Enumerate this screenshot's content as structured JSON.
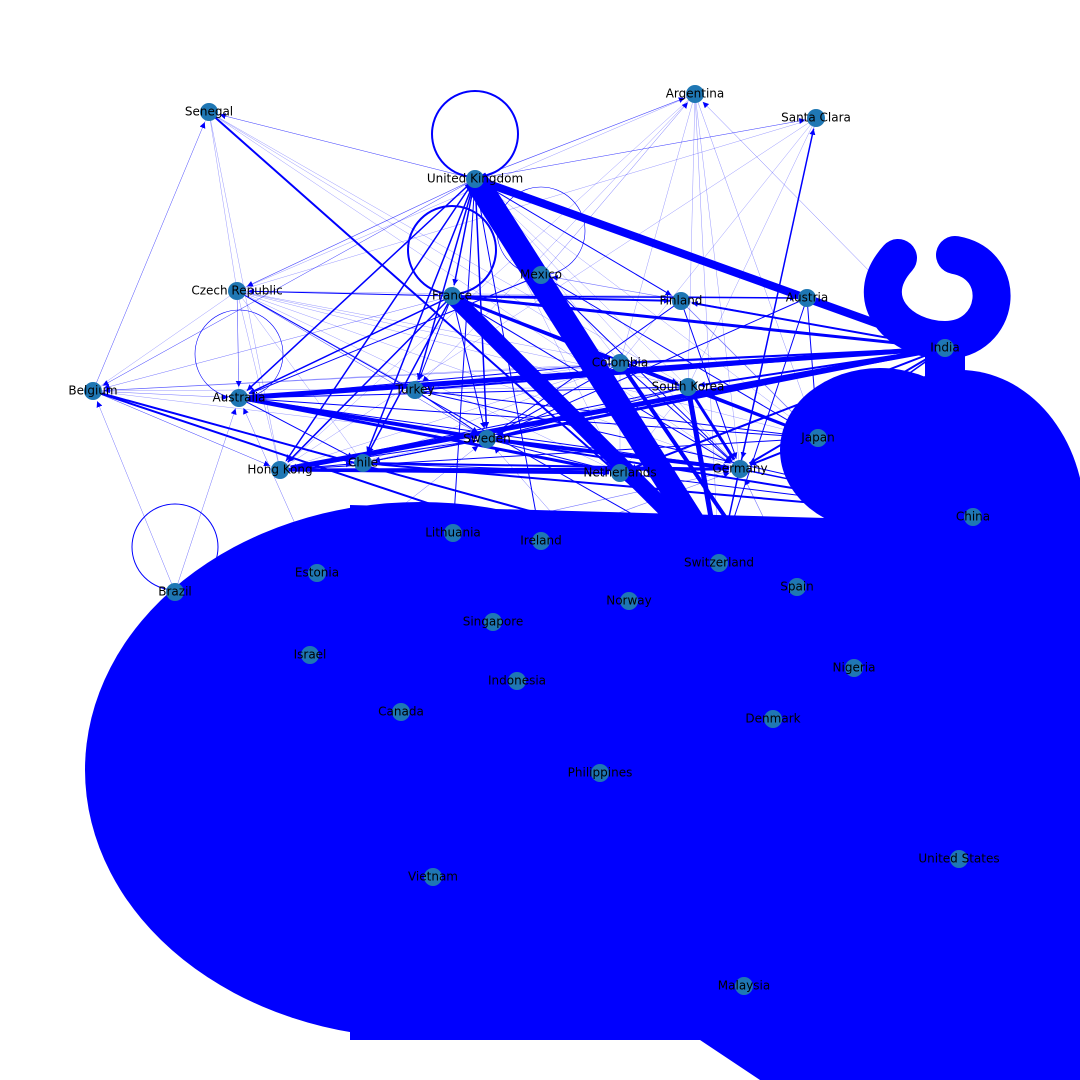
{
  "colors": {
    "edge": "#0000ff",
    "node": "#1f77b4",
    "label": "#000000",
    "background": "#ffffff"
  },
  "nodes": [
    {
      "id": "argentina",
      "label": "Argentina"
    },
    {
      "id": "senegal",
      "label": "Senegal"
    },
    {
      "id": "santa_clara",
      "label": "Santa Clara"
    },
    {
      "id": "united_kingdom",
      "label": "United Kingdom"
    },
    {
      "id": "mexico",
      "label": "Mexico"
    },
    {
      "id": "czech_republic",
      "label": "Czech Republic"
    },
    {
      "id": "france",
      "label": "France"
    },
    {
      "id": "finland",
      "label": "Finland"
    },
    {
      "id": "austria",
      "label": "Austria"
    },
    {
      "id": "india",
      "label": "India"
    },
    {
      "id": "colombia",
      "label": "Colombia"
    },
    {
      "id": "belgium",
      "label": "Belgium"
    },
    {
      "id": "australia",
      "label": "Australia"
    },
    {
      "id": "turkey",
      "label": "Turkey"
    },
    {
      "id": "south_korea",
      "label": "South Korea"
    },
    {
      "id": "sweden",
      "label": "Sweden"
    },
    {
      "id": "japan",
      "label": "Japan"
    },
    {
      "id": "hong_kong",
      "label": "Hong Kong"
    },
    {
      "id": "chile",
      "label": "Chile"
    },
    {
      "id": "netherlands",
      "label": "Netherlands"
    },
    {
      "id": "germany",
      "label": "Germany"
    },
    {
      "id": "china",
      "label": "China"
    },
    {
      "id": "lithuania",
      "label": "Lithuania"
    },
    {
      "id": "ireland",
      "label": "Ireland"
    },
    {
      "id": "switzerland",
      "label": "Switzerland"
    },
    {
      "id": "estonia",
      "label": "Estonia"
    },
    {
      "id": "brazil",
      "label": "Brazil"
    },
    {
      "id": "spain",
      "label": "Spain"
    },
    {
      "id": "norway",
      "label": "Norway"
    },
    {
      "id": "singapore",
      "label": "Singapore"
    },
    {
      "id": "israel",
      "label": "Israel"
    },
    {
      "id": "nigeria",
      "label": "Nigeria"
    },
    {
      "id": "indonesia",
      "label": "Indonesia"
    },
    {
      "id": "canada",
      "label": "Canada"
    },
    {
      "id": "denmark",
      "label": "Denmark"
    },
    {
      "id": "philippines",
      "label": "Philippines"
    },
    {
      "id": "united_states",
      "label": "United States"
    },
    {
      "id": "vietnam",
      "label": "Vietnam"
    },
    {
      "id": "malaysia",
      "label": "Malaysia"
    }
  ],
  "self_loops": [
    {
      "node": "united_kingdom",
      "weight": 2
    },
    {
      "node": "france",
      "weight": 2
    },
    {
      "node": "mexico",
      "weight": 0.6
    },
    {
      "node": "australia",
      "weight": 0.6
    },
    {
      "node": "brazil",
      "weight": 1
    },
    {
      "node": "india",
      "weight": 40
    }
  ],
  "edges": [
    {
      "source": "united_kingdom",
      "target": "switzerland",
      "weight": 24
    },
    {
      "source": "united_kingdom",
      "target": "india",
      "weight": 8
    },
    {
      "source": "france",
      "target": "switzerland",
      "weight": 16
    },
    {
      "source": "france",
      "target": "india",
      "weight": 3
    },
    {
      "source": "france",
      "target": "colombia",
      "weight": 3
    },
    {
      "source": "france",
      "target": "south_korea",
      "weight": 2
    },
    {
      "source": "france",
      "target": "finland",
      "weight": 2
    },
    {
      "source": "india",
      "target": "australia",
      "weight": 5
    },
    {
      "source": "india",
      "target": "hong_kong",
      "weight": 5
    },
    {
      "source": "india",
      "target": "sweden",
      "weight": 3
    },
    {
      "source": "india",
      "target": "turkey",
      "weight": 2
    },
    {
      "source": "india",
      "target": "germany",
      "weight": 2
    },
    {
      "source": "india",
      "target": "netherlands",
      "weight": 2
    },
    {
      "source": "india",
      "target": "south_korea",
      "weight": 2
    },
    {
      "source": "india",
      "target": "colombia",
      "weight": 2
    },
    {
      "source": "india",
      "target": "finland",
      "weight": 2
    },
    {
      "source": "india",
      "target": "austria",
      "weight": 1.5
    },
    {
      "source": "south_korea",
      "target": "switzerland",
      "weight": 5
    },
    {
      "source": "south_korea",
      "target": "germany",
      "weight": 3
    },
    {
      "source": "japan",
      "target": "south_korea",
      "weight": 3
    },
    {
      "source": "japan",
      "target": "germany",
      "weight": 2
    },
    {
      "source": "colombia",
      "target": "japan",
      "weight": 2
    },
    {
      "source": "colombia",
      "target": "united_states",
      "weight": 4
    },
    {
      "source": "sweden",
      "target": "germany",
      "weight": 4
    },
    {
      "source": "sweden",
      "target": "china",
      "weight": 2
    },
    {
      "source": "australia",
      "target": "sweden",
      "weight": 4
    },
    {
      "source": "australia",
      "target": "netherlands",
      "weight": 3
    },
    {
      "source": "hong_kong",
      "target": "netherlands",
      "weight": 3
    },
    {
      "source": "hong_kong",
      "target": "germany",
      "weight": 3
    },
    {
      "source": "chile",
      "target": "germany",
      "weight": 2
    },
    {
      "source": "chile",
      "target": "china",
      "weight": 2
    },
    {
      "source": "belgium",
      "target": "ireland",
      "weight": 2
    },
    {
      "source": "belgium",
      "target": "switzerland",
      "weight": 2
    },
    {
      "source": "senegal",
      "target": "switzerland",
      "weight": 2
    },
    {
      "source": "united_kingdom",
      "target": "hong_kong",
      "weight": 1.5
    },
    {
      "source": "united_kingdom",
      "target": "australia",
      "weight": 1.5
    },
    {
      "source": "united_kingdom",
      "target": "chile",
      "weight": 1.5
    },
    {
      "source": "united_kingdom",
      "target": "turkey",
      "weight": 1.5
    },
    {
      "source": "united_kingdom",
      "target": "sweden",
      "weight": 1.5
    },
    {
      "source": "united_kingdom",
      "target": "france",
      "weight": 1.5
    },
    {
      "source": "united_kingdom",
      "target": "argentina",
      "weight": 0.6
    },
    {
      "source": "united_kingdom",
      "target": "santa_clara",
      "weight": 0.5
    },
    {
      "source": "united_kingdom",
      "target": "czech_republic",
      "weight": 0.6
    },
    {
      "source": "united_kingdom",
      "target": "senegal",
      "weight": 0.5
    },
    {
      "source": "united_kingdom",
      "target": "mexico",
      "weight": 1
    },
    {
      "source": "united_kingdom",
      "target": "finland",
      "weight": 1
    },
    {
      "source": "united_kingdom",
      "target": "lithuania",
      "weight": 1
    },
    {
      "source": "united_kingdom",
      "target": "ireland",
      "weight": 1
    },
    {
      "source": "united_kingdom",
      "target": "belgium",
      "weight": 0.5
    },
    {
      "source": "france",
      "target": "australia",
      "weight": 1.5
    },
    {
      "source": "france",
      "target": "hong_kong",
      "weight": 1.5
    },
    {
      "source": "france",
      "target": "chile",
      "weight": 1.5
    },
    {
      "source": "france",
      "target": "turkey",
      "weight": 1
    },
    {
      "source": "france",
      "target": "sweden",
      "weight": 1
    },
    {
      "source": "france",
      "target": "austria",
      "weight": 1.5
    },
    {
      "source": "france",
      "target": "czech_republic",
      "weight": 1
    },
    {
      "source": "france",
      "target": "belgium",
      "weight": 0.5
    },
    {
      "source": "france",
      "target": "germany",
      "weight": 1
    },
    {
      "source": "france",
      "target": "netherlands",
      "weight": 1
    },
    {
      "source": "mexico",
      "target": "australia",
      "weight": 1
    },
    {
      "source": "mexico",
      "target": "japan",
      "weight": 1
    },
    {
      "source": "mexico",
      "target": "germany",
      "weight": 1
    },
    {
      "source": "mexico",
      "target": "argentina",
      "weight": 0.5
    },
    {
      "source": "czech_republic",
      "target": "australia",
      "weight": 0.5
    },
    {
      "source": "czech_republic",
      "target": "sweden",
      "weight": 0.5
    },
    {
      "source": "czech_republic",
      "target": "switzerland",
      "weight": 1
    },
    {
      "source": "belgium",
      "target": "australia",
      "weight": 0.5
    },
    {
      "source": "belgium",
      "target": "hong_kong",
      "weight": 0.5
    },
    {
      "source": "belgium",
      "target": "senegal",
      "weight": 0.4
    },
    {
      "source": "austria",
      "target": "switzerland",
      "weight": 1
    },
    {
      "source": "austria",
      "target": "japan",
      "weight": 1
    },
    {
      "source": "austria",
      "target": "sweden",
      "weight": 1
    },
    {
      "source": "finland",
      "target": "germany",
      "weight": 1
    },
    {
      "source": "finland",
      "target": "sweden",
      "weight": 1
    },
    {
      "source": "finland",
      "target": "japan",
      "weight": 0.8
    },
    {
      "source": "argentina",
      "target": "switzerland",
      "weight": 0.4
    },
    {
      "source": "argentina",
      "target": "turkey",
      "weight": 0.4
    },
    {
      "source": "argentina",
      "target": "japan",
      "weight": 0.4
    },
    {
      "source": "santa_clara",
      "target": "germany",
      "weight": 0.4
    },
    {
      "source": "switzerland",
      "target": "santa_clara",
      "weight": 1.5
    },
    {
      "source": "turkey",
      "target": "india",
      "weight": 1
    },
    {
      "source": "turkey",
      "target": "japan",
      "weight": 1
    },
    {
      "source": "turkey",
      "target": "china",
      "weight": 1
    },
    {
      "source": "turkey",
      "target": "sweden",
      "weight": 1
    },
    {
      "source": "colombia",
      "target": "germany",
      "weight": 1
    },
    {
      "source": "colombia",
      "target": "sweden",
      "weight": 1
    },
    {
      "source": "colombia",
      "target": "australia",
      "weight": 1
    },
    {
      "source": "south_korea",
      "target": "australia",
      "weight": 1
    },
    {
      "source": "south_korea",
      "target": "hong_kong",
      "weight": 1
    },
    {
      "source": "japan",
      "target": "hong_kong",
      "weight": 1
    },
    {
      "source": "japan",
      "target": "australia",
      "weight": 1
    },
    {
      "source": "japan",
      "target": "china",
      "weight": 1
    },
    {
      "source": "netherlands",
      "target": "china",
      "weight": 1
    },
    {
      "source": "netherlands",
      "target": "switzerland",
      "weight": 1.5
    },
    {
      "source": "germany",
      "target": "china",
      "weight": 1.5
    },
    {
      "source": "chile",
      "target": "netherlands",
      "weight": 1
    },
    {
      "source": "chile",
      "target": "sweden",
      "weight": 1
    },
    {
      "source": "hong_kong",
      "target": "sweden",
      "weight": 1
    },
    {
      "source": "hong_kong",
      "target": "chile",
      "weight": 1
    },
    {
      "source": "lithuania",
      "target": "germany",
      "weight": 0.6
    },
    {
      "source": "ireland",
      "target": "germany",
      "weight": 0.6
    },
    {
      "source": "india",
      "target": "china",
      "weight": 1.5
    },
    {
      "source": "india",
      "target": "japan",
      "weight": 1.5
    },
    {
      "source": "india",
      "target": "chile",
      "weight": 1
    },
    {
      "source": "india",
      "target": "mexico",
      "weight": 0.6
    },
    {
      "source": "india",
      "target": "argentina",
      "weight": 0.5
    },
    {
      "source": "india",
      "target": "united_kingdom",
      "weight": 1
    },
    {
      "source": "india",
      "target": "belgium",
      "weight": 0.6
    },
    {
      "source": "japan",
      "target": "india",
      "weight": 1
    },
    {
      "source": "china",
      "target": "india",
      "weight": 1
    },
    {
      "source": "australia",
      "target": "germany",
      "weight": 1
    },
    {
      "source": "australia",
      "target": "chile",
      "weight": 1
    },
    {
      "source": "brazil",
      "target": "australia",
      "weight": 0.5
    },
    {
      "source": "brazil",
      "target": "belgium",
      "weight": 0.5
    },
    {
      "source": "estonia",
      "target": "australia",
      "weight": 0.5
    },
    {
      "source": "estonia",
      "target": "sweden",
      "weight": 0.5
    },
    {
      "source": "spain",
      "target": "germany",
      "weight": 0.6
    },
    {
      "source": "norway",
      "target": "sweden",
      "weight": 0.5
    },
    {
      "source": "south_korea",
      "target": "sweden",
      "weight": 1
    },
    {
      "source": "sweden",
      "target": "netherlands",
      "weight": 1
    }
  ],
  "blob_edges": [
    {
      "source": "vietnam",
      "target": "malaysia",
      "weight": 300
    },
    {
      "source": "malaysia",
      "target": "united_states",
      "weight": 200
    },
    {
      "source": "malaysia",
      "target": "hong_kong",
      "weight": 60
    },
    {
      "source": "malaysia",
      "target": "china",
      "weight": 120
    },
    {
      "source": "malaysia",
      "target": "united_states",
      "weight": 160
    }
  ]
}
